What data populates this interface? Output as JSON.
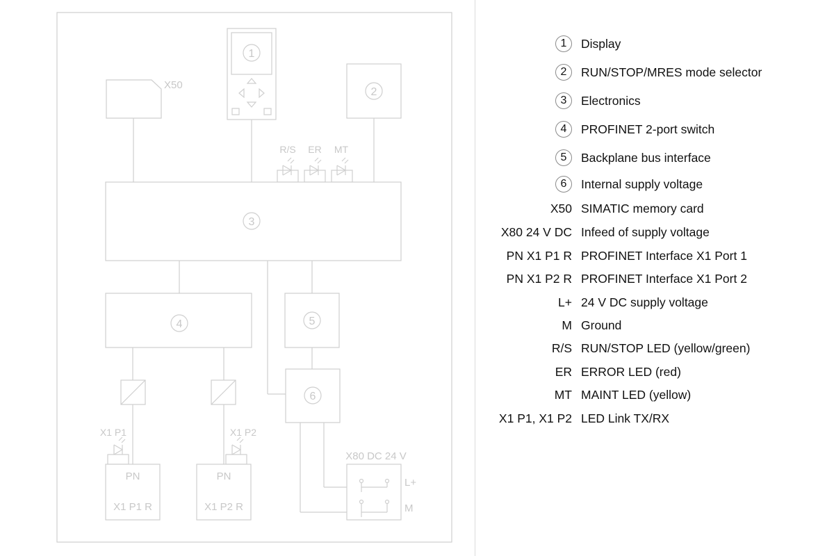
{
  "diagram": {
    "block_numbers": [
      "1",
      "2",
      "3",
      "4",
      "5",
      "6"
    ],
    "memory_card": "X50",
    "leds": [
      "R/S",
      "ER",
      "MT"
    ],
    "port_leds": [
      "X1 P1",
      "X1 P2"
    ],
    "ports": [
      {
        "type": "PN",
        "name": "X1 P1 R"
      },
      {
        "type": "PN",
        "name": "X1 P2 R"
      }
    ],
    "supply_connector": "X80 DC 24 V",
    "supply_terminals": [
      "L+",
      "M"
    ]
  },
  "legend": [
    {
      "key": "1",
      "circled": true,
      "desc": "Display"
    },
    {
      "key": "2",
      "circled": true,
      "desc": "RUN/STOP/MRES mode selector"
    },
    {
      "key": "3",
      "circled": true,
      "desc": "Electronics"
    },
    {
      "key": "4",
      "circled": true,
      "desc": "PROFINET 2-port switch"
    },
    {
      "key": "5",
      "circled": true,
      "desc": "Backplane bus interface"
    },
    {
      "key": "6",
      "circled": true,
      "desc": "Internal supply voltage"
    },
    {
      "key": "X50",
      "circled": false,
      "desc": "SIMATIC memory card"
    },
    {
      "key": "X80 24 V DC",
      "circled": false,
      "desc": "Infeed of supply voltage"
    },
    {
      "key": "PN X1 P1 R",
      "circled": false,
      "desc": "PROFINET Interface X1 Port 1"
    },
    {
      "key": "PN X1 P2 R",
      "circled": false,
      "desc": "PROFINET Interface X1 Port 2"
    },
    {
      "key": "L+",
      "circled": false,
      "desc": "24 V DC supply voltage"
    },
    {
      "key": "M",
      "circled": false,
      "desc": "Ground"
    },
    {
      "key": "R/S",
      "circled": false,
      "desc": "RUN/STOP LED (yellow/green)"
    },
    {
      "key": "ER",
      "circled": false,
      "desc": "ERROR LED (red)"
    },
    {
      "key": "MT",
      "circled": false,
      "desc": "MAINT LED (yellow)"
    },
    {
      "key": "X1 P1, X1 P2",
      "circled": false,
      "desc": "LED Link TX/RX"
    }
  ]
}
